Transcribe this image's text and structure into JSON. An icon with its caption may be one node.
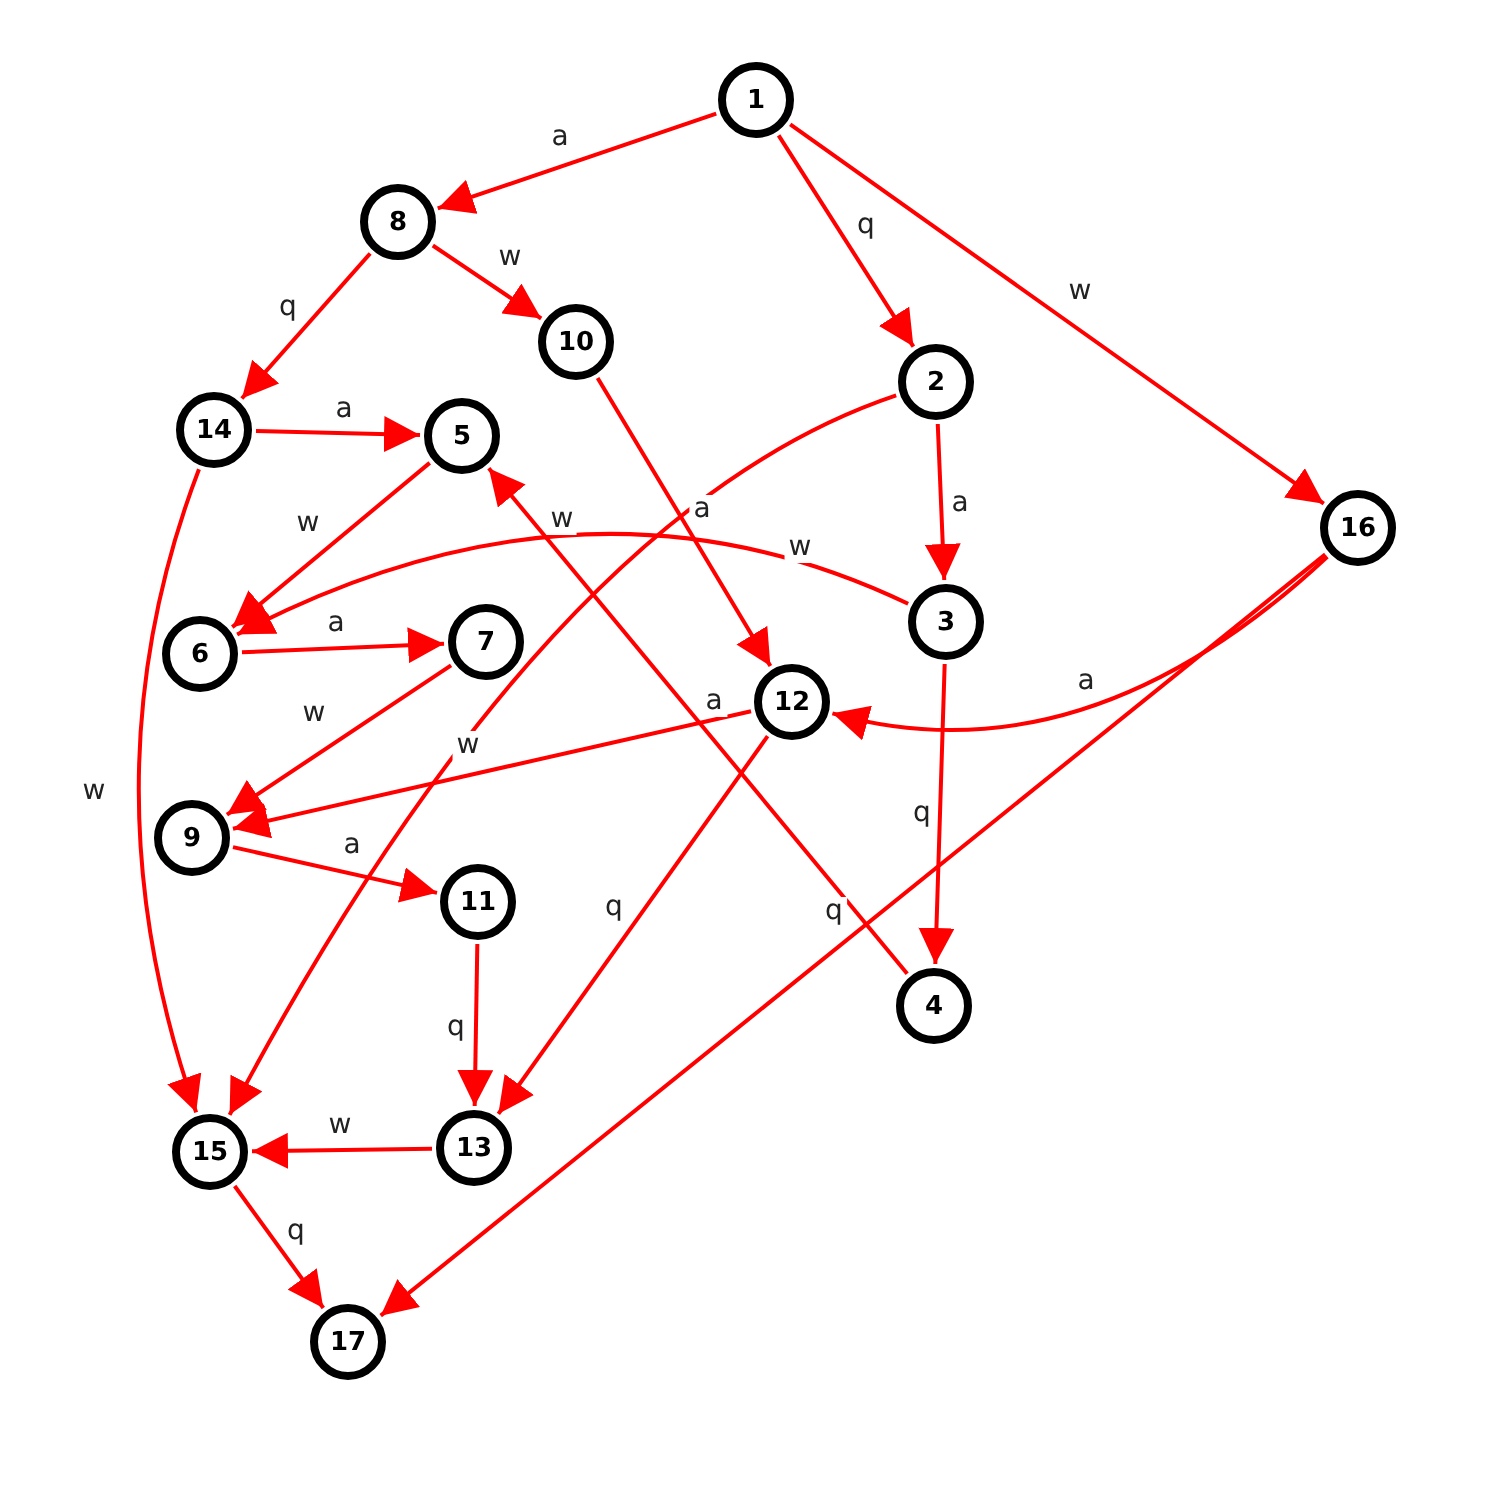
{
  "diagram": {
    "nodes": [
      {
        "text": [
          "1"
        ]
      },
      {
        "text": [
          "8"
        ]
      },
      {
        "text": [
          "10"
        ]
      },
      {
        "text": [
          "2"
        ]
      },
      {
        "text": [
          "14"
        ]
      },
      {
        "text": [
          "5"
        ]
      },
      {
        "text": [
          "16"
        ]
      },
      {
        "text": [
          "3"
        ]
      },
      {
        "text": [
          "6"
        ]
      },
      {
        "text": [
          "7"
        ]
      },
      {
        "text": [
          "12"
        ]
      },
      {
        "text": [
          "9"
        ]
      },
      {
        "text": [
          "11"
        ]
      },
      {
        "text": [
          "4"
        ]
      },
      {
        "text": [
          "15"
        ]
      },
      {
        "text": [
          "13"
        ]
      },
      {
        "text": [
          "17"
        ]
      }
    ],
    "edges": [
      {
        "from": 0,
        "to": 1,
        "arrow": "to",
        "label": "a"
      },
      {
        "from": 0,
        "to": 3,
        "arrow": "to",
        "label": "q"
      },
      {
        "from": 0,
        "to": 6,
        "arrow": "to",
        "label": "w"
      },
      {
        "from": 1,
        "to": 2,
        "arrow": "to",
        "label": "w"
      },
      {
        "from": 1,
        "to": 4,
        "arrow": "to",
        "label": "q"
      },
      {
        "from": 4,
        "to": 5,
        "arrow": "to",
        "label": "a"
      },
      {
        "from": 4,
        "to": 14,
        "arrow": "to",
        "label": "w"
      },
      {
        "from": 2,
        "to": 10,
        "arrow": "to",
        "label": "a"
      },
      {
        "from": 3,
        "to": 7,
        "arrow": "to",
        "label": "a"
      },
      {
        "from": 3,
        "to": 14,
        "arrow": "to",
        "label": "w"
      },
      {
        "from": 5,
        "to": 8,
        "arrow": "to",
        "label": "w"
      },
      {
        "from": 7,
        "to": 8,
        "arrow": "to",
        "label": "w"
      },
      {
        "from": 8,
        "to": 9,
        "arrow": "to",
        "label": "a"
      },
      {
        "from": 9,
        "to": 11,
        "arrow": "to",
        "label": "w"
      },
      {
        "from": 10,
        "to": 11,
        "arrow": "to",
        "label": "a"
      },
      {
        "from": 11,
        "to": 12,
        "arrow": "to",
        "label": "a"
      },
      {
        "from": 13,
        "to": 5,
        "arrow": "to",
        "label": "w"
      },
      {
        "from": 7,
        "to": 13,
        "arrow": "to",
        "label": "q"
      },
      {
        "from": 6,
        "to": 10,
        "arrow": "to",
        "label": "a"
      },
      {
        "from": 6,
        "to": 16,
        "arrow": "to",
        "label": "q"
      },
      {
        "from": 10,
        "to": 15,
        "arrow": "to",
        "label": "q"
      },
      {
        "from": 12,
        "to": 15,
        "arrow": "to",
        "label": "q"
      },
      {
        "from": 15,
        "to": 14,
        "arrow": "to",
        "label": "w"
      },
      {
        "from": 14,
        "to": 16,
        "arrow": "to",
        "label": "q"
      }
    ]
  }
}
